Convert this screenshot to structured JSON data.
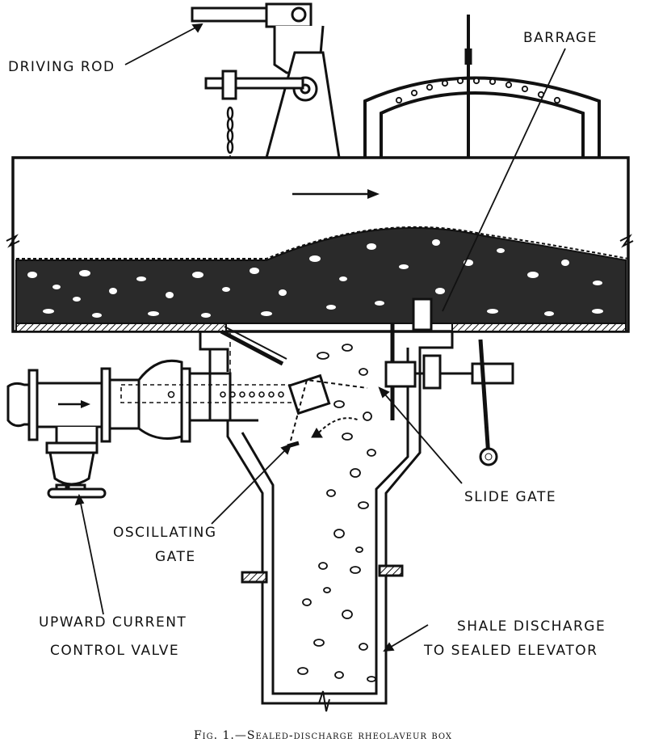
{
  "labels": {
    "driving_rod": "DRIVING ROD",
    "barrage": "BARRAGE",
    "slide_gate": "SLIDE GATE",
    "oscillating_gate_1": "OSCILLATING",
    "oscillating_gate_2": "GATE",
    "upward_current_1": "UPWARD CURRENT",
    "upward_current_2": "CONTROL VALVE",
    "shale_discharge_1": "SHALE DISCHARGE",
    "shale_discharge_2": "TO SEALED ELEVATOR"
  },
  "caption": "Fig. 1.—Sealed-discharge rheolaveur box",
  "colors": {
    "ink": "#111111",
    "paper": "#ffffff"
  }
}
